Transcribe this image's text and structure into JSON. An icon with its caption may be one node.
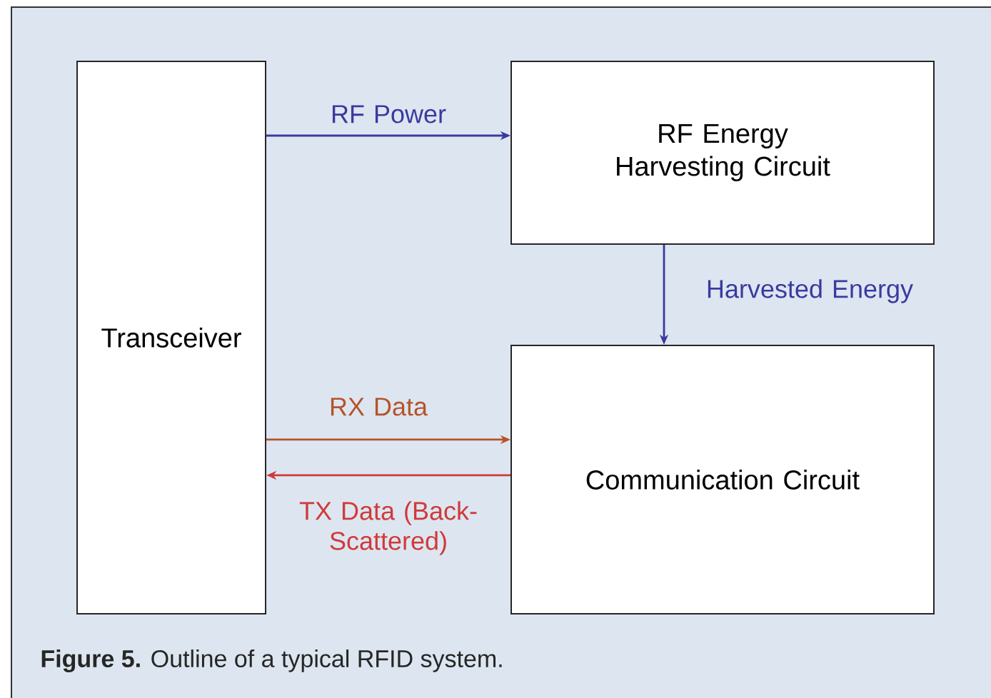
{
  "diagram": {
    "caption": "**Figure 5.** Outline of a typical RFID system.",
    "nodes": [
      {
        "text": [
          "Transceiver"
        ]
      },
      {
        "text": [
          "RF Energy Harvesting Circuit"
        ]
      },
      {
        "text": [
          "Communication Circuit"
        ]
      }
    ],
    "edges": [
      {
        "from": 0,
        "to": 1,
        "arrow": "to",
        "label": "RF Power",
        "color": "#3a3aa0"
      },
      {
        "from": 1,
        "to": 2,
        "arrow": "to",
        "label": "Harvested Energy",
        "color": "#3a3aa0"
      },
      {
        "from": 0,
        "to": 2,
        "arrow": "to",
        "label": "RX Data",
        "color": "#b5532a"
      },
      {
        "from": 2,
        "to": 0,
        "arrow": "to",
        "label": "TX Data (Back-Scattered)",
        "color": "#d03a3a"
      }
    ]
  }
}
